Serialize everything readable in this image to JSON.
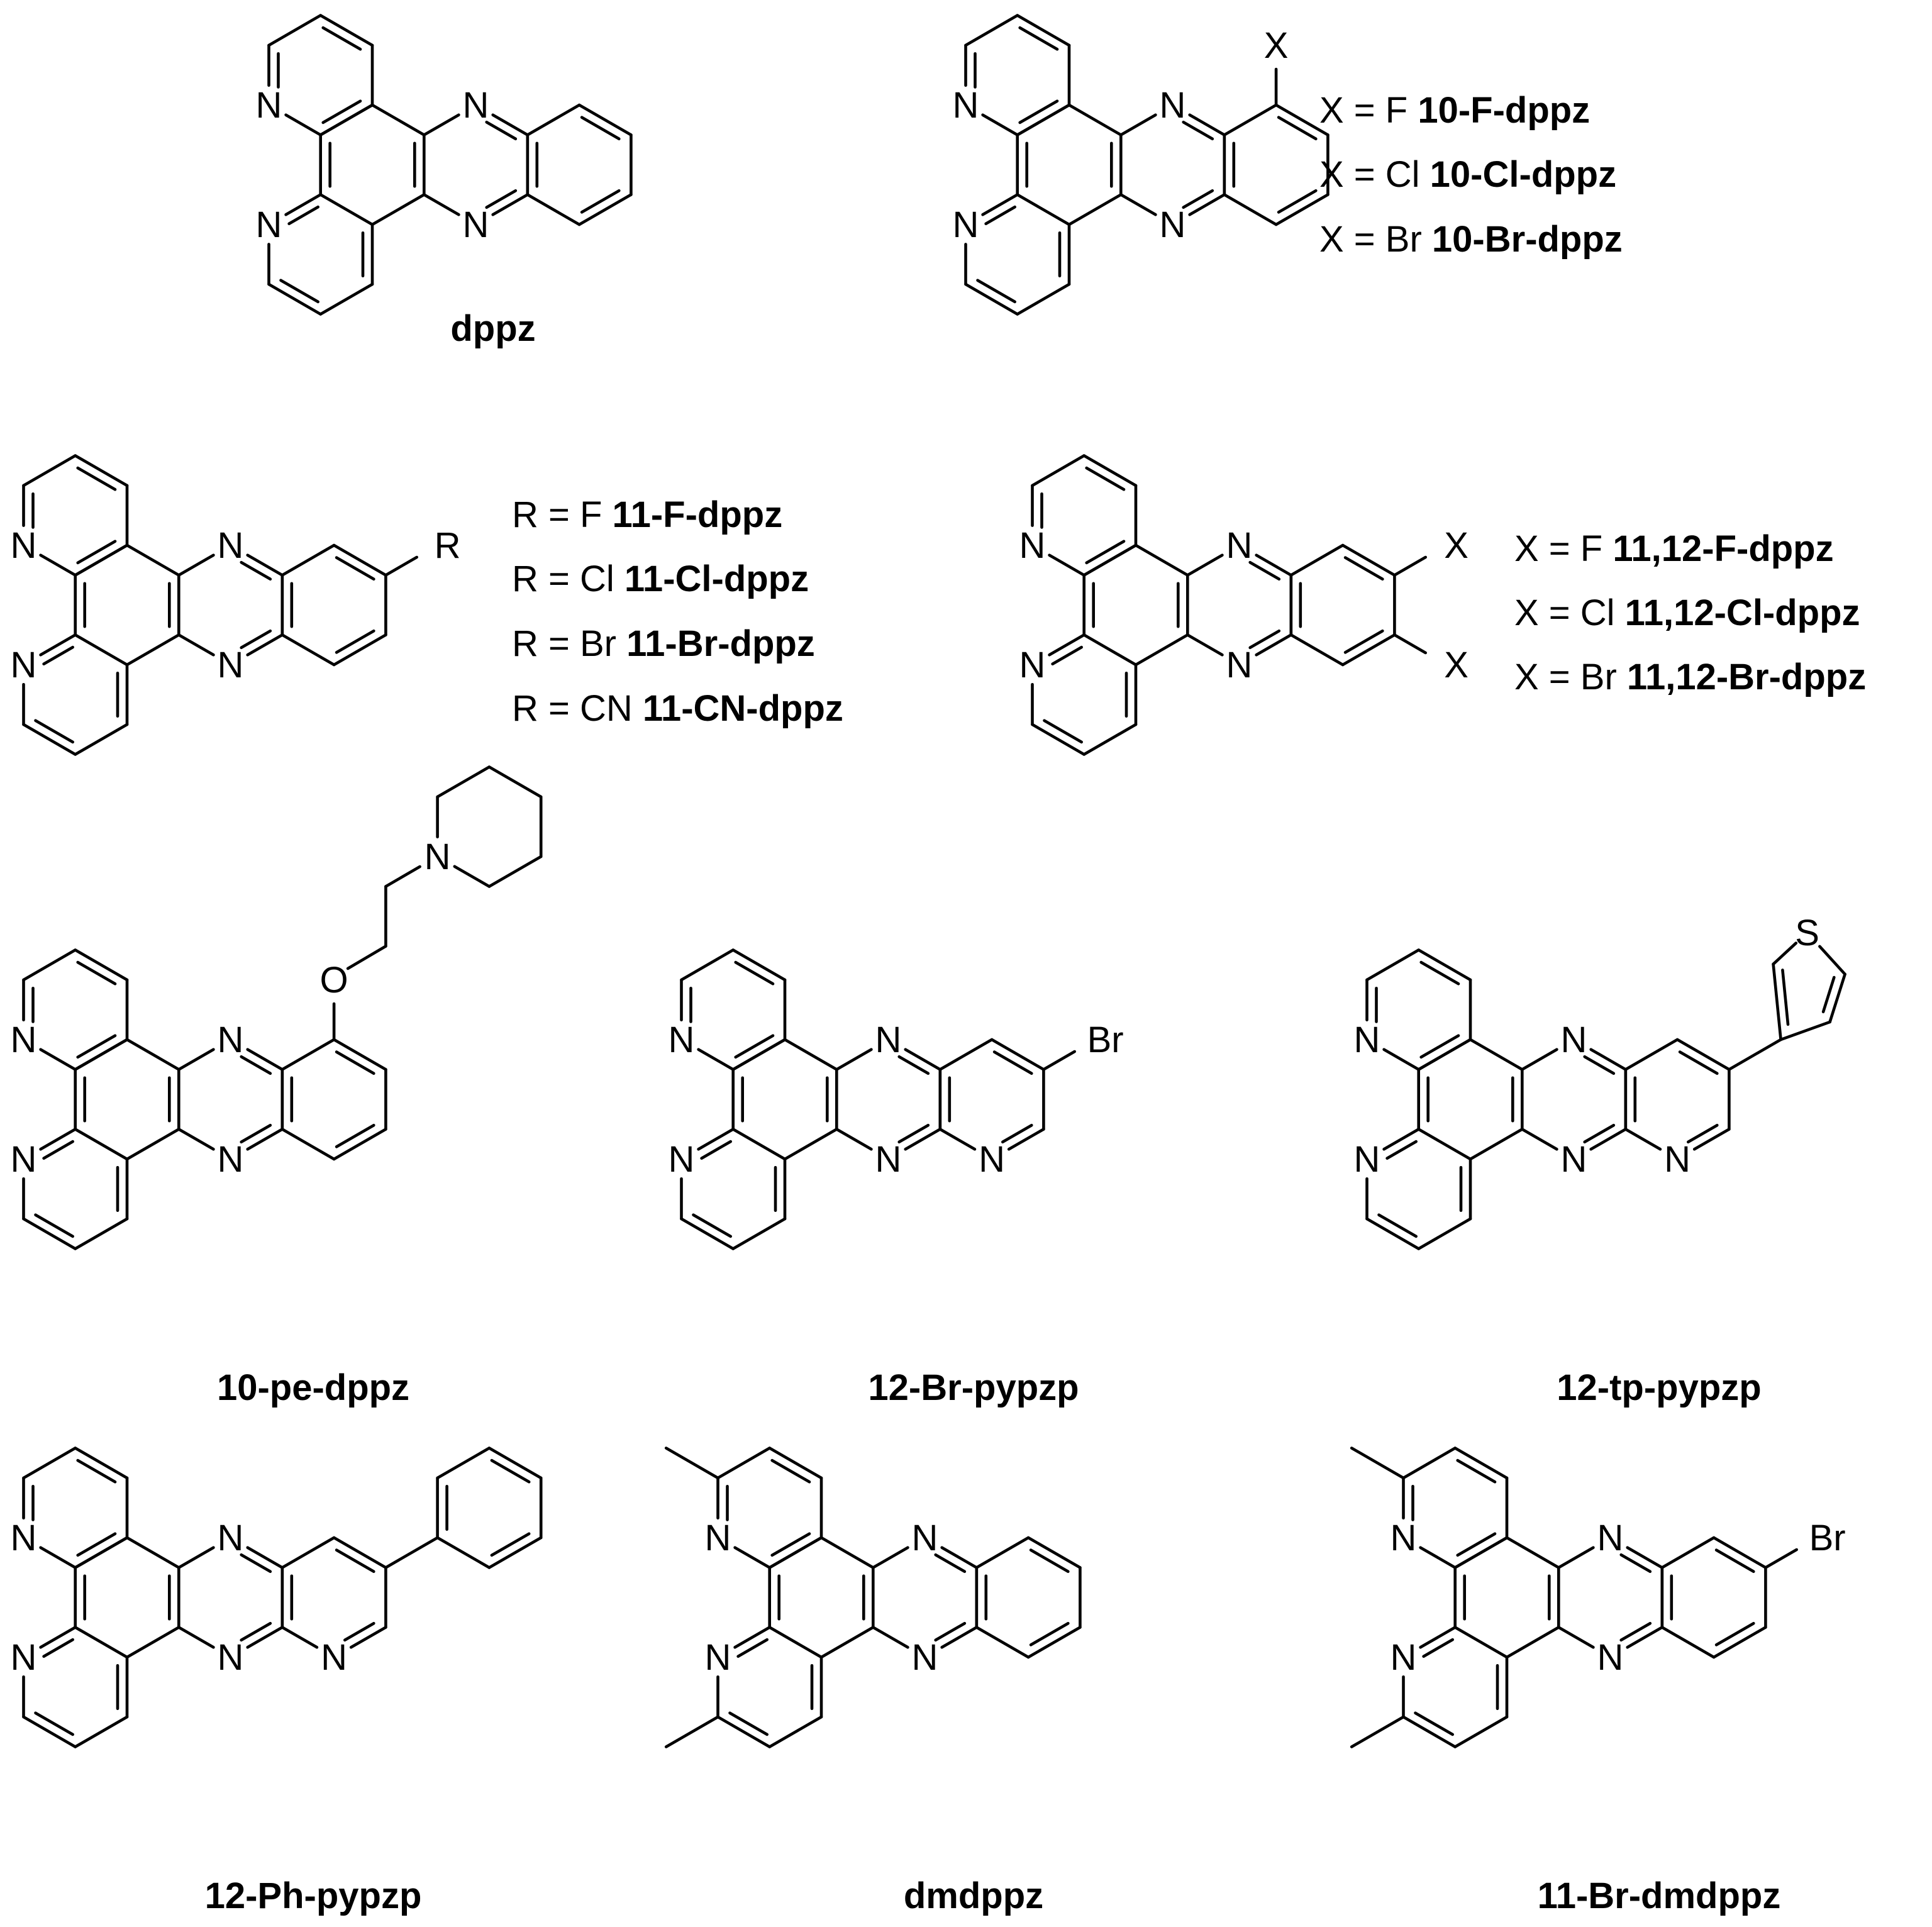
{
  "figure": {
    "background": "#ffffff",
    "line_color": "#000000",
    "atom_symbol_N": "N",
    "atom_symbol_O": "O",
    "atom_symbol_S": "S",
    "atom_symbol_Br": "Br",
    "atom_symbol_X": "X",
    "atom_symbol_R": "R"
  },
  "compounds": [
    {
      "id": "dppz",
      "caption": "dppz"
    },
    {
      "id": "10-X-dppz",
      "substituent": "X",
      "variants": [
        {
          "prefix": "X = F ",
          "name": "10-F-dppz"
        },
        {
          "prefix": "X = Cl ",
          "name": "10-Cl-dppz"
        },
        {
          "prefix": "X = Br ",
          "name": "10-Br-dppz"
        }
      ]
    },
    {
      "id": "11-R-dppz",
      "substituent": "R",
      "variants": [
        {
          "prefix": "R = F ",
          "name": "11-F-dppz"
        },
        {
          "prefix": "R = Cl ",
          "name": "11-Cl-dppz"
        },
        {
          "prefix": "R = Br ",
          "name": "11-Br-dppz"
        },
        {
          "prefix": "R = CN ",
          "name": "11-CN-dppz"
        }
      ]
    },
    {
      "id": "11,12-X-dppz",
      "substituent": "X",
      "variants": [
        {
          "prefix": "X = F ",
          "name": "11,12-F-dppz"
        },
        {
          "prefix": "X = Cl ",
          "name": "11,12-Cl-dppz"
        },
        {
          "prefix": "X = Br ",
          "name": "11,12-Br-dppz"
        }
      ]
    },
    {
      "id": "10-pe-dppz",
      "caption": "10-pe-dppz"
    },
    {
      "id": "12-Br-pypzp",
      "caption": "12-Br-pypzp"
    },
    {
      "id": "12-tp-pypzp",
      "caption": "12-tp-pypzp"
    },
    {
      "id": "12-Ph-pypzp",
      "caption": "12-Ph-pypzp"
    },
    {
      "id": "dmdppz",
      "caption": "dmdppz"
    },
    {
      "id": "11-Br-dmdppz",
      "caption": "11-Br-dmdppz"
    }
  ]
}
